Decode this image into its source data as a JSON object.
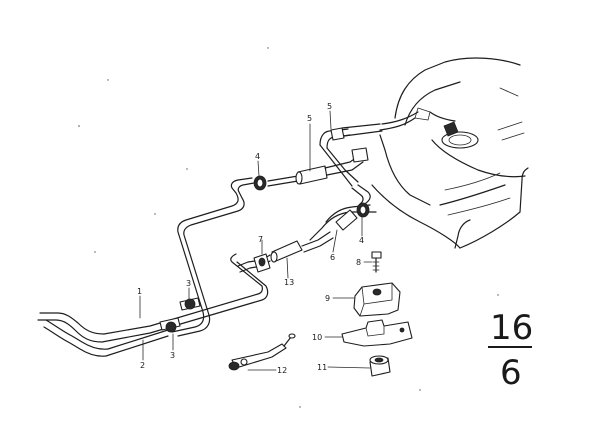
{
  "diagram": {
    "group_numerator": "16",
    "group_denominator": "6",
    "labels": {
      "l1": "1",
      "l2": "2",
      "l3a": "3",
      "l3b": "3",
      "l4a": "4",
      "l4b": "4",
      "l5a": "5",
      "l5b": "5",
      "l6": "6",
      "l7": "7",
      "l8": "8",
      "l9": "9",
      "l10": "10",
      "l11": "11",
      "l12": "12",
      "l13": "13"
    }
  }
}
